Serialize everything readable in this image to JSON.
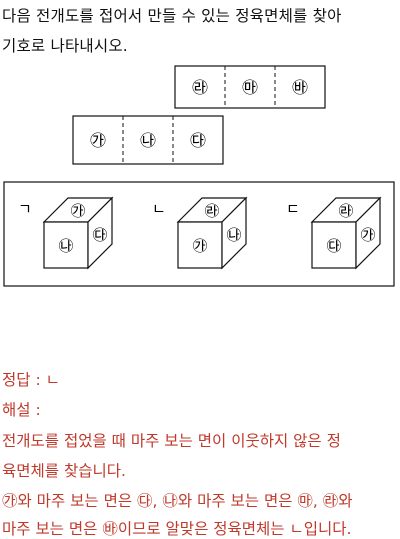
{
  "question": {
    "line1": "다음 전개도를 접어서 만들 수 있는 정육면체를 찾아",
    "line2": "기호로 나타내시오."
  },
  "net": {
    "top_row": [
      "㉱",
      "㉲",
      "㉳"
    ],
    "bottom_row": [
      "㉮",
      "㉯",
      "㉰"
    ]
  },
  "choices": [
    {
      "label": "ㄱ",
      "top": "㉮",
      "front": "㉯",
      "side": "㉰"
    },
    {
      "label": "ㄴ",
      "top": "㉱",
      "front": "㉮",
      "side": "㉯"
    },
    {
      "label": "ㄷ",
      "top": "㉱",
      "front": "㉰",
      "side": "㉮"
    }
  ],
  "solution": {
    "answer_label": "정답 :",
    "answer_value": "ㄴ",
    "explain_label": "해설 :",
    "line1": "전개도를 접었을 때 마주 보는 면이 이웃하지 않은 정",
    "line2": "육면체를 찾습니다.",
    "line3": "㉮와 마주 보는 면은 ㉰, ㉯와 마주 보는 면은 ㉲, ㉱와",
    "line4": "마주 보는 면은 ㉳이므로 알맞은 정육면체는 ㄴ입니다."
  },
  "colors": {
    "solution_text": "#c0392b",
    "line": "#111111"
  }
}
